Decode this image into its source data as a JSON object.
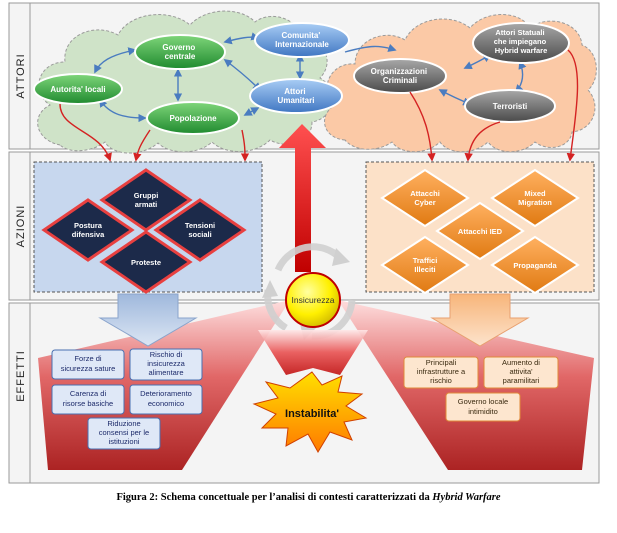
{
  "sections": {
    "actors": "ATTORI",
    "actions": "AZIONI",
    "effects": "EFFETTI"
  },
  "actors": {
    "governo": [
      "Governo",
      "centrale"
    ],
    "comunita": [
      "Comunita'",
      "Internazionale"
    ],
    "autorita": [
      "Autorita' locali"
    ],
    "popolazione": [
      "Popolazione"
    ],
    "umanitari": [
      "Attori",
      "Umanitari"
    ],
    "criminali": [
      "Organizzazioni",
      "Criminali"
    ],
    "statuali": [
      "Attori Statuali",
      "che impiegano",
      "Hybrid warfare"
    ],
    "terroristi": [
      "Terroristi"
    ]
  },
  "actions_left": {
    "gruppi": [
      "Gruppi",
      "armati"
    ],
    "postura": [
      "Postura",
      "difensiva"
    ],
    "tensioni": [
      "Tensioni",
      "sociali"
    ],
    "proteste": [
      "Proteste"
    ]
  },
  "actions_right": {
    "cyber": [
      "Attacchi",
      "Cyber"
    ],
    "mixed": [
      "Mixed",
      "Migration"
    ],
    "ied": [
      "Attacchi IED"
    ],
    "traffici": [
      "Traffici",
      "Illeciti"
    ],
    "propaganda": [
      "Propaganda"
    ]
  },
  "center": {
    "insicurezza": "Insicurezza",
    "instabilita": "Instabilita'"
  },
  "effects_left": {
    "forze": [
      "Forze di",
      "sicurezza sature"
    ],
    "rischio": [
      "Rischio di",
      "insicurezza",
      "alimentare"
    ],
    "carenza": [
      "Carenza di",
      "risorse basiche"
    ],
    "deterioramento": [
      "Deterioramento",
      "economico"
    ],
    "riduzione": [
      "Riduzione",
      "consensi per le",
      "istituzioni"
    ]
  },
  "effects_right": {
    "infrastrutture": [
      "Principali",
      "infrastrutture a",
      "rischio"
    ],
    "aumento": [
      "Aumento di",
      "attivita'",
      "paramilitari"
    ],
    "governo_locale": [
      "Governo locale",
      "intimidito"
    ]
  },
  "caption": {
    "prefix": "Figura 2: Schema concettuale per l’analisi di contesti caratterizzati da ",
    "italic": "Hybrid Warfare"
  },
  "colors": {
    "green": "#2e9e3e",
    "blue": "#5b8fd0",
    "gray": "#6e6e6e",
    "navy": "#1c2a4a",
    "orange": "#f39a3c",
    "red": "#d42222",
    "yellow": "#ffe000"
  }
}
